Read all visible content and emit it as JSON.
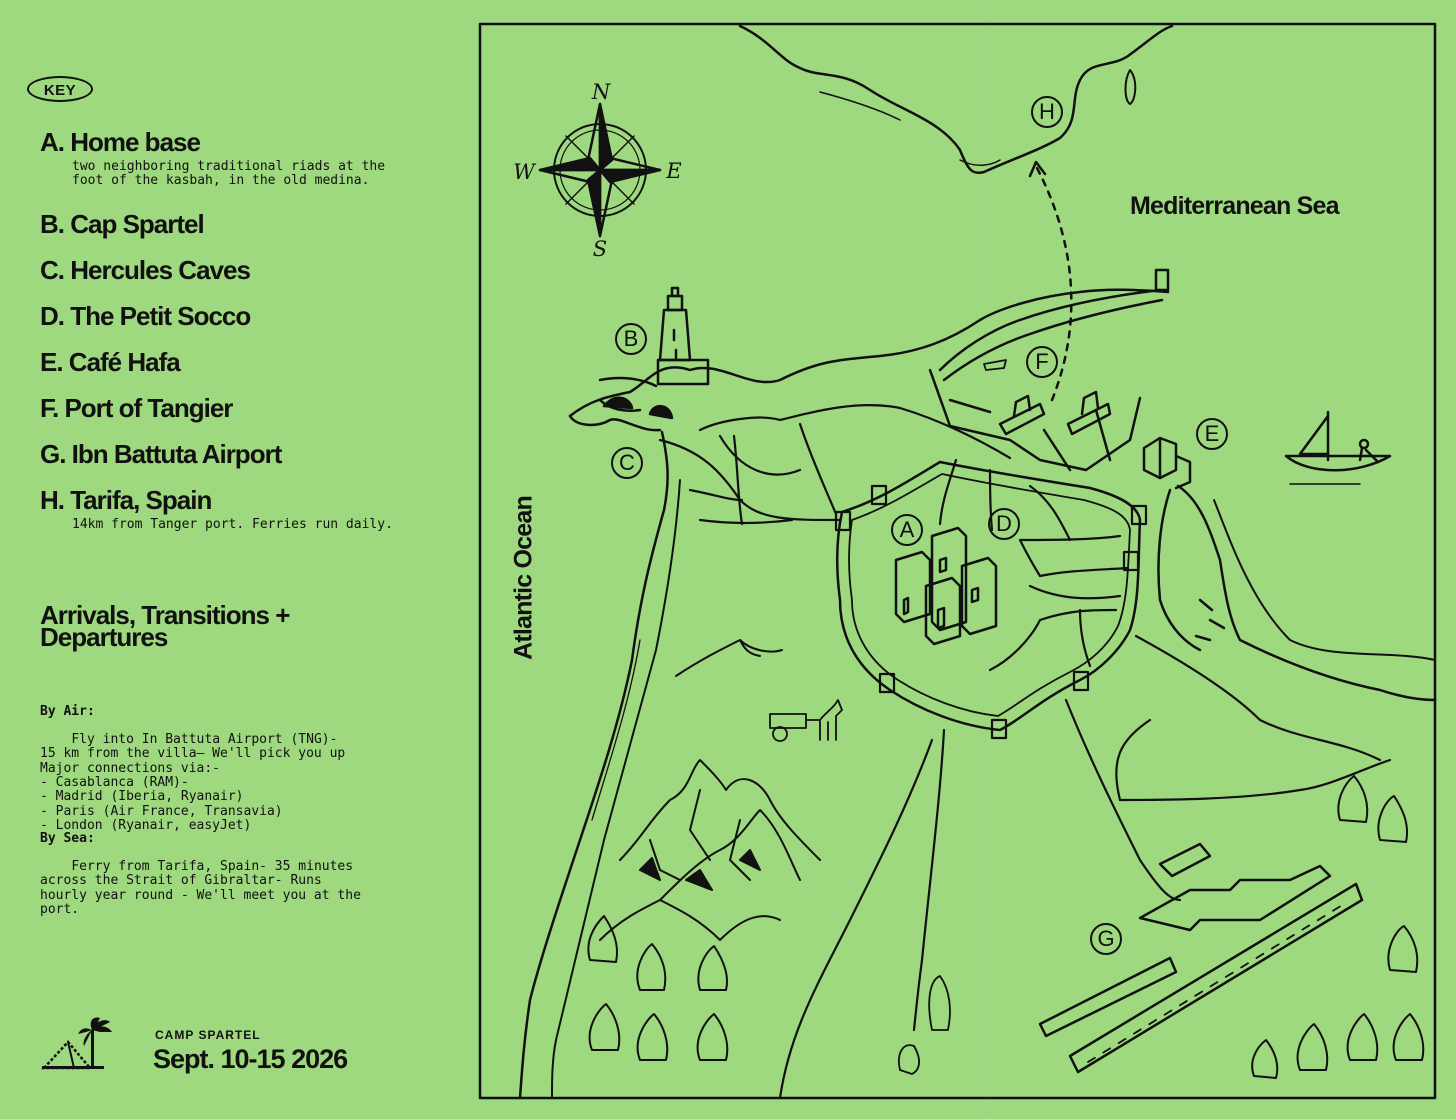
{
  "key": {
    "badge": "KEY",
    "items": [
      {
        "title": "A. Home base",
        "desc": "two neighboring traditional riads at the\nfoot of the kasbah, in the old medina."
      },
      {
        "title": "B. Cap Spartel",
        "desc": ""
      },
      {
        "title": "C. Hercules Caves",
        "desc": ""
      },
      {
        "title": "D. The Petit Socco",
        "desc": ""
      },
      {
        "title": "E. Café Hafa",
        "desc": ""
      },
      {
        "title": "F. Port of Tangier",
        "desc": ""
      },
      {
        "title": "G. Ibn Battuta Airport",
        "desc": ""
      },
      {
        "title": "H. Tarifa, Spain",
        "desc": "14km from Tanger port. Ferries run daily."
      }
    ]
  },
  "arrivals": {
    "title": "Arrivals, Transitions + Departures",
    "air_heading": "By Air:",
    "air_text": "Fly into In Battuta Airport (TNG)-\n15 km from the villa— We'll pick you up\nMajor connections via:-\n- Casablanca (RAM)-\n- Madrid (Iberia, Ryanair)\n- Paris (Air France, Transavia)\n- London (Ryanair, easyJet)",
    "sea_heading": "By Sea:",
    "sea_text": "Ferry from Tarifa, Spain- 35 minutes\nacross the Strait of Gibraltar- Runs\nhourly year round - We'll meet you at the\nport."
  },
  "footer": {
    "camp_name": "CAMP SPARTEL",
    "dates": "Sept. 10-15 2026"
  },
  "map": {
    "sea_label": "Mediterranean Sea",
    "ocean_label": "Atlantic Ocean",
    "compass": {
      "n": "N",
      "s": "S",
      "e": "E",
      "w": "W"
    },
    "markers": {
      "a": "A",
      "b": "B",
      "c": "C",
      "d": "D",
      "e": "E",
      "f": "F",
      "g": "G",
      "h": "H"
    }
  },
  "colors": {
    "paper": "#9ed87f",
    "ink": "#111111"
  },
  "icons": [
    "compass-rose-icon",
    "lighthouse-icon",
    "castle-icon",
    "ship-icon",
    "sailboat-icon",
    "donkey-cart-icon",
    "mountain-icon",
    "tree-icon",
    "airport-runway-icon",
    "tent-palm-logo-icon"
  ]
}
